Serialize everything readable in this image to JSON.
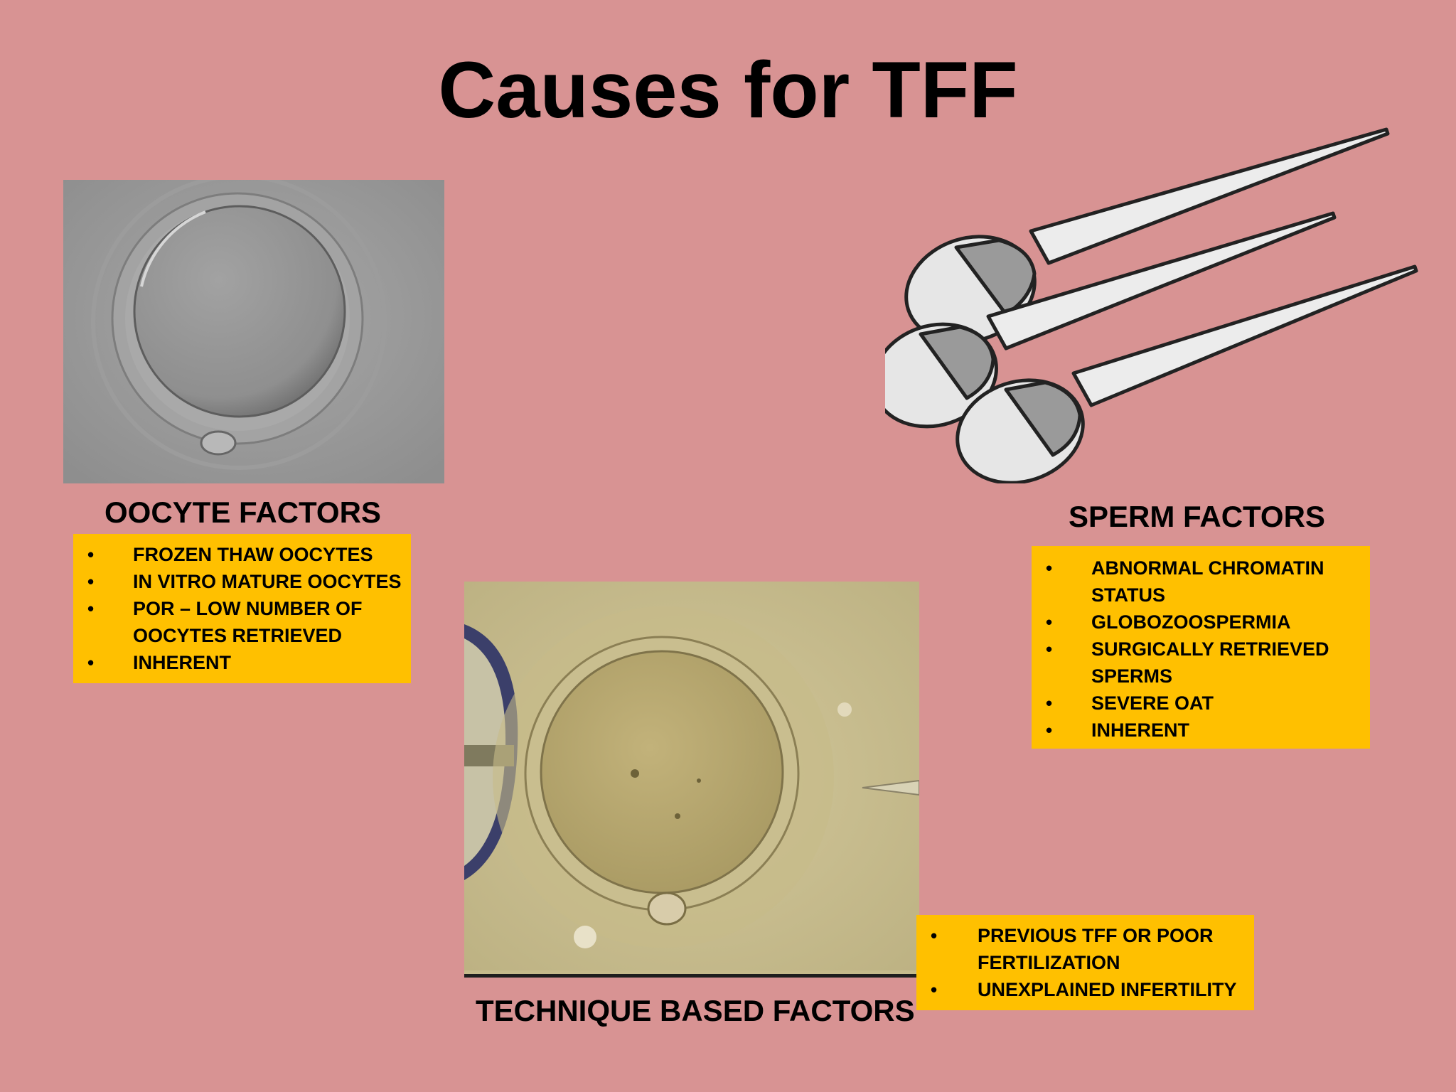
{
  "title": "Causes for TFF",
  "oocyte": {
    "heading": "OOCYTE FACTORS",
    "items": [
      "FROZEN THAW OOCYTES",
      "IN VITRO MATURE OOCYTES",
      "POR – LOW NUMBER OF OOCYTES RETRIEVED",
      "INHERENT"
    ]
  },
  "sperm": {
    "heading": "SPERM FACTORS",
    "items": [
      "ABNORMAL CHROMATIN STATUS",
      "GLOBOZOOSPERMIA",
      "SURGICALLY RETRIEVED SPERMS",
      "SEVERE OAT",
      "INHERENT"
    ]
  },
  "technique": {
    "heading": "TECHNIQUE BASED FACTORS",
    "items": [
      "PREVIOUS TFF OR POOR FERTILIZATION",
      "UNEXPLAINED INFERTILITY"
    ]
  },
  "colors": {
    "background": "#d89393",
    "box": "#ffc000"
  }
}
